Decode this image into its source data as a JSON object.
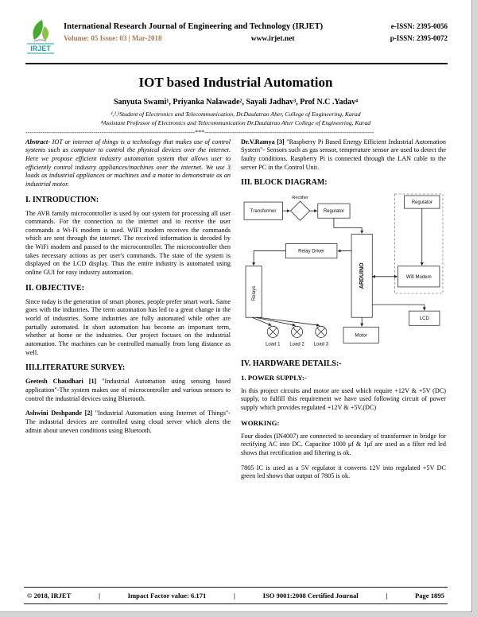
{
  "theme": {
    "brand-green": "#4aa832",
    "brand-teal": "#1d9aa8",
    "volume-color": "#a97950"
  },
  "header": {
    "logo_text": "IRJET",
    "journal_name": "International Research Journal of Engineering and Technology (IRJET)",
    "e_issn": "e-ISSN: 2395-0056",
    "volume": "Volume: 05 Issue: 03 | Mar-2018",
    "website": "www.irjet.net",
    "p_issn": "p-ISSN: 2395-0072"
  },
  "paper": {
    "title": "IOT based Industrial Automation",
    "authors": "Sanyuta Swami¹, Priyanka Nalawade², Sayali Jadhav³, Prof N.C .Yadav⁴",
    "affiliation1": "¹,²,³Student of Electronics and Telecommunication, Dr.Daulatrao Aher, College of Engineering, Karad",
    "affiliation2": "⁴Assistant Professor of Electronics and Telecommunication Dr.Daulatrao Aher College of Engineering, Karad",
    "separator": "--------------------------------------------------------------------------------***--------------------------------------------------------------------------------"
  },
  "abstract": {
    "label": "Abstract",
    "text": "- IOT or internet of things is a technology that makes use of control systems such as computer to control the physical devices over the internet. Here we propose efficient industry automation system that allows user to efficiently control industry appliances/machines over the internet. We use 3 loads as industrial appliances or machines and a motor to demonstrate as an industrial motor."
  },
  "sections": {
    "introduction": {
      "heading": "I. INTRODUCTION:",
      "body": "The AVR family microcontroller is used by our system for processing all user commands. For the connection to the internet and to receive the user commands a Wi-Fi modem is used. WIFI modem receives the commands which are sent through the internet. The received information is decoded by the WiFi modem and passed to the microcontroller. The microcontroller then takes necessary actions as per user's commands. The state of the system is displayed on the LCD display. Thus the entire industry is automated using online GUI for easy industry automation.",
      "label": "I. INTRODUCTION:"
    },
    "objective": {
      "heading": "II. OBJECTIVE:",
      "body": "Since today is the generation of smart phones, people prefer smart work. Same goes with the industries. The term automation has led to a great change in the world of industries. Some industries are fully automated while other are partially automated. In short automation has become an important term, whether at home or the industries. Our project focuses on the industrial automation. The machines can be controlled manually from long distance as well."
    },
    "literature": {
      "heading": "III.LITERATURE SURVEY:",
      "ref1_lead": "Geetesh Chaudhari [1]",
      "ref1_text": " \"Industrial Automation using sensing based application\"-The system makes use of microcontroller and various sensors to control the industrial devices using Bluetooth.",
      "ref2_lead": "Ashwini Deshpande [2]",
      "ref2_text": " \"Industrial Automation using Internet of Things\"-The industrial devices are controlled using cloud server which alerts the admin about uneven conditions using Bluetooth.",
      "ref3_lead": "Dr.V.Ramya [3]",
      "ref3_text": " \"Raspberry Pi Based Energy Efficient Industrial Automation System\"- Sensors such as gas sensor, temperature sensor are used to detect the faulty conditions. Raspberry Pi is connected through the LAN cable to the server PC in the Control Unit."
    },
    "block_diagram": {
      "heading": "III. BLOCK DIAGRAM:"
    },
    "hardware": {
      "heading": "IV. HARDWARE DETAILS:-",
      "power_heading": "1. POWER SUPPLY:-",
      "power_body": "In this project circuits and motor are used which require +12V & +5V (DC) supply, to fulfill this requirement we have used following circuit of power supply which provides regulated +12V & +5V.(DC)",
      "working_heading": "WORKING:",
      "working_body1": "Four diodes (IN4007) are connected to secondary of transformer in bridge for rectifying AC into DC. Capacitor 1000 μf & 1μf are used as a filter red led shows that rectification and filtering is ok.",
      "working_body2": "7805 IC is used as a 5V regulator it converts 12V into regulated +5V DC green led shows that output of 7805 is ok."
    }
  },
  "diagram": {
    "transformer": "Transformer",
    "rectifier": "Rectifier",
    "regulator_top": "Regulator",
    "regulator_right": "Regulator",
    "relay_driver": "Relay Driver",
    "arduino": "ARDUINO",
    "wifi_modem": "Wifi Modem",
    "relays": "Relays",
    "motor": "Motor",
    "load1": "Load 1",
    "load2": "Load 2",
    "load3": "Load 3",
    "lcd": "LCD"
  },
  "footer": {
    "copyright": "© 2018, IRJET",
    "sep1": "|",
    "impact": "Impact Factor value: 6.171",
    "sep2": "|",
    "iso": "ISO 9001:2008 Certified Journal",
    "sep3": "|",
    "page": "Page 1895"
  }
}
